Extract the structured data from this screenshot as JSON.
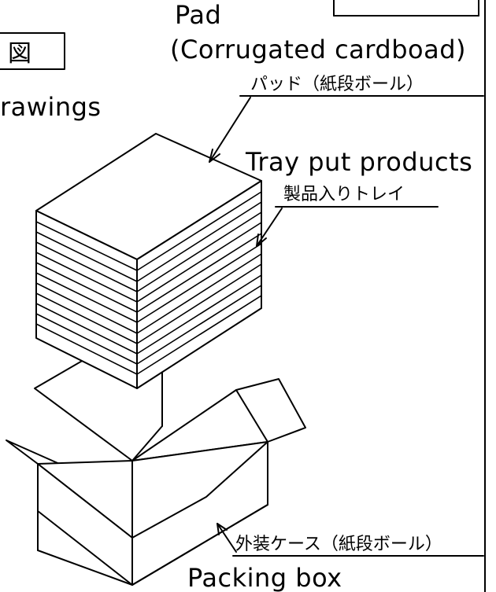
{
  "title_box_text": "図",
  "heading_fragment": "rawings",
  "labels": {
    "pad_en_line1": "Pad",
    "pad_en_line2": "(Corrugated cardboad)",
    "pad_jp": "パッド（紙段ボール）",
    "tray_en": "Tray put products",
    "tray_jp": "製品入りトレイ",
    "box_jp": "外装ケース（紙段ボール）",
    "box_en": "Packing box"
  },
  "tray_layer_count": 12
}
